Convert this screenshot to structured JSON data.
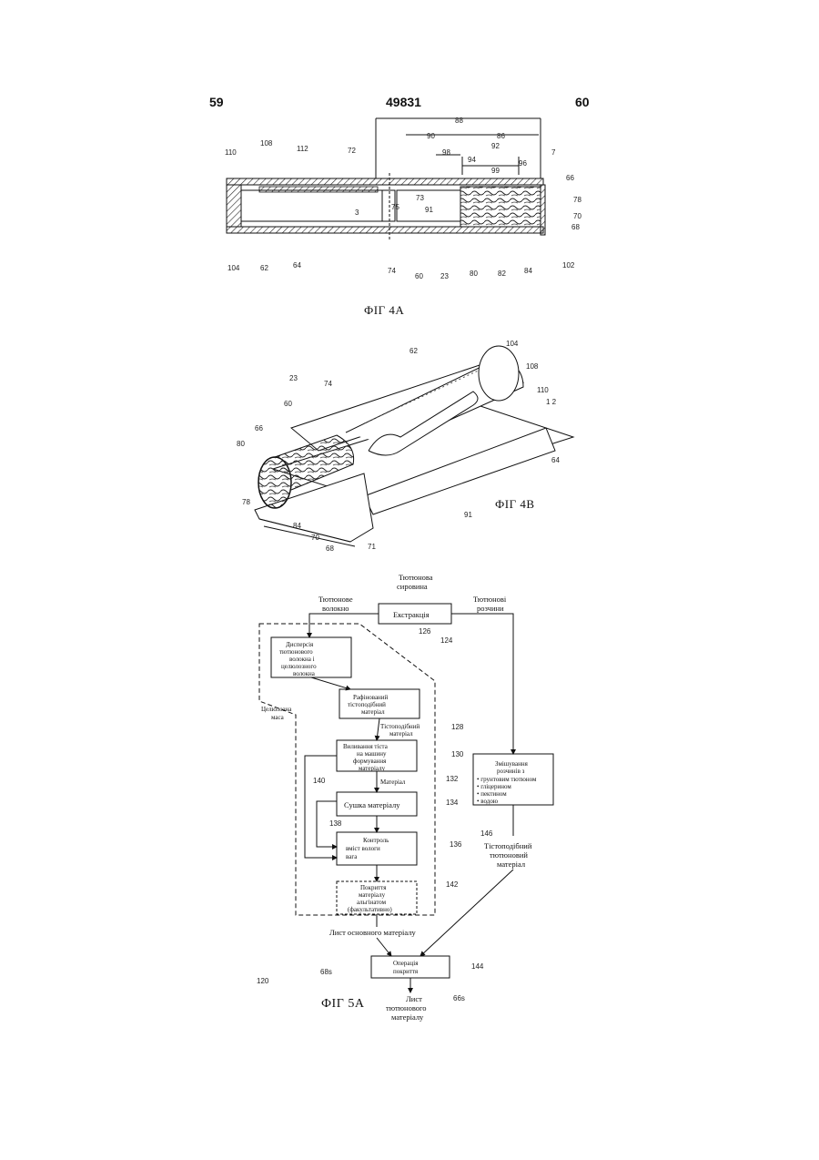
{
  "header": {
    "left": "59",
    "center": "49831",
    "right": "60"
  },
  "fig4a": {
    "caption": "ФІГ 4А",
    "labels": {
      "l110": "110",
      "l108": "108",
      "l112": "112",
      "l72": "72",
      "l88": "88",
      "l90": "90",
      "l86": "86",
      "l98": "98",
      "l94": "94",
      "l92": "92",
      "l99": "99",
      "l96": "96",
      "l7": "7",
      "l66": "66",
      "l73": "73",
      "l75": "75",
      "l3": "3",
      "l91": "91",
      "l78": "78",
      "l70": "70",
      "l68": "68",
      "l104": "104",
      "l62": "62",
      "l64": "64",
      "l74": "74",
      "l60": "60",
      "l23": "23",
      "l80": "80",
      "l82": "82",
      "l84": "84",
      "l102": "102"
    }
  },
  "fig4b": {
    "caption": "ФІГ 4В",
    "labels": {
      "l62": "62",
      "l104": "104",
      "l108": "108",
      "l110": "110",
      "l112": "1 2",
      "l23": "23",
      "l74": "74",
      "l60": "60",
      "l66": "66",
      "l80": "80",
      "l78": "78",
      "l64": "64",
      "l91": "91",
      "l84": "84",
      "l70": "70",
      "l68": "68",
      "l71": "71"
    }
  },
  "fig5a": {
    "caption": "ФІГ 5А",
    "raw_material": [
      "Тютюнова",
      "сировина"
    ],
    "fiber": [
      "Тютюнове",
      "волокно"
    ],
    "solutions": [
      "Тютюнові",
      "розчини"
    ],
    "extraction": "Екстракція",
    "dispersion": [
      "Дисперсія",
      "тютюнового",
      "волокна і",
      "целюлозного",
      "волокна"
    ],
    "cellulose": [
      "Целюлозна",
      "маса"
    ],
    "refined": [
      "Рафінований",
      "тістоподібний",
      "матеріал"
    ],
    "doughy": [
      "Тістоподібний",
      "матеріал"
    ],
    "casting": [
      "Виливання тіста",
      "на машину",
      "формування",
      "матеріалу"
    ],
    "material": "Матеріал",
    "drying": "Сушка матеріалу",
    "control": [
      "Контроль",
      "вміст вологи",
      "вага"
    ],
    "coating": [
      "Покриття",
      "матеріалу",
      "альгінатом",
      "(факультативно)"
    ],
    "mixing_title": [
      "Змішування",
      "розчинів з"
    ],
    "mixing_items": [
      "• грунтовим тютюном",
      "• гліцерином",
      "• пектином",
      "• водою"
    ],
    "paste": [
      "Тістоподібний",
      "тютюновий",
      "матеріал"
    ],
    "base_sheet": "Лист основного матеріалу",
    "coating_op": [
      "Операція",
      "покриття"
    ],
    "tobacco_sheet": [
      "Лист",
      "тютюнового",
      "матеріалу"
    ],
    "refs": {
      "r120": "120",
      "r124": "124",
      "r126": "126",
      "r128": "128",
      "r130": "130",
      "r132": "132",
      "r134": "134",
      "r136": "136",
      "r138": "138",
      "r140": "140",
      "r142": "142",
      "r144": "144",
      "r146": "146",
      "r68s": "68s",
      "r66s": "66s"
    }
  }
}
